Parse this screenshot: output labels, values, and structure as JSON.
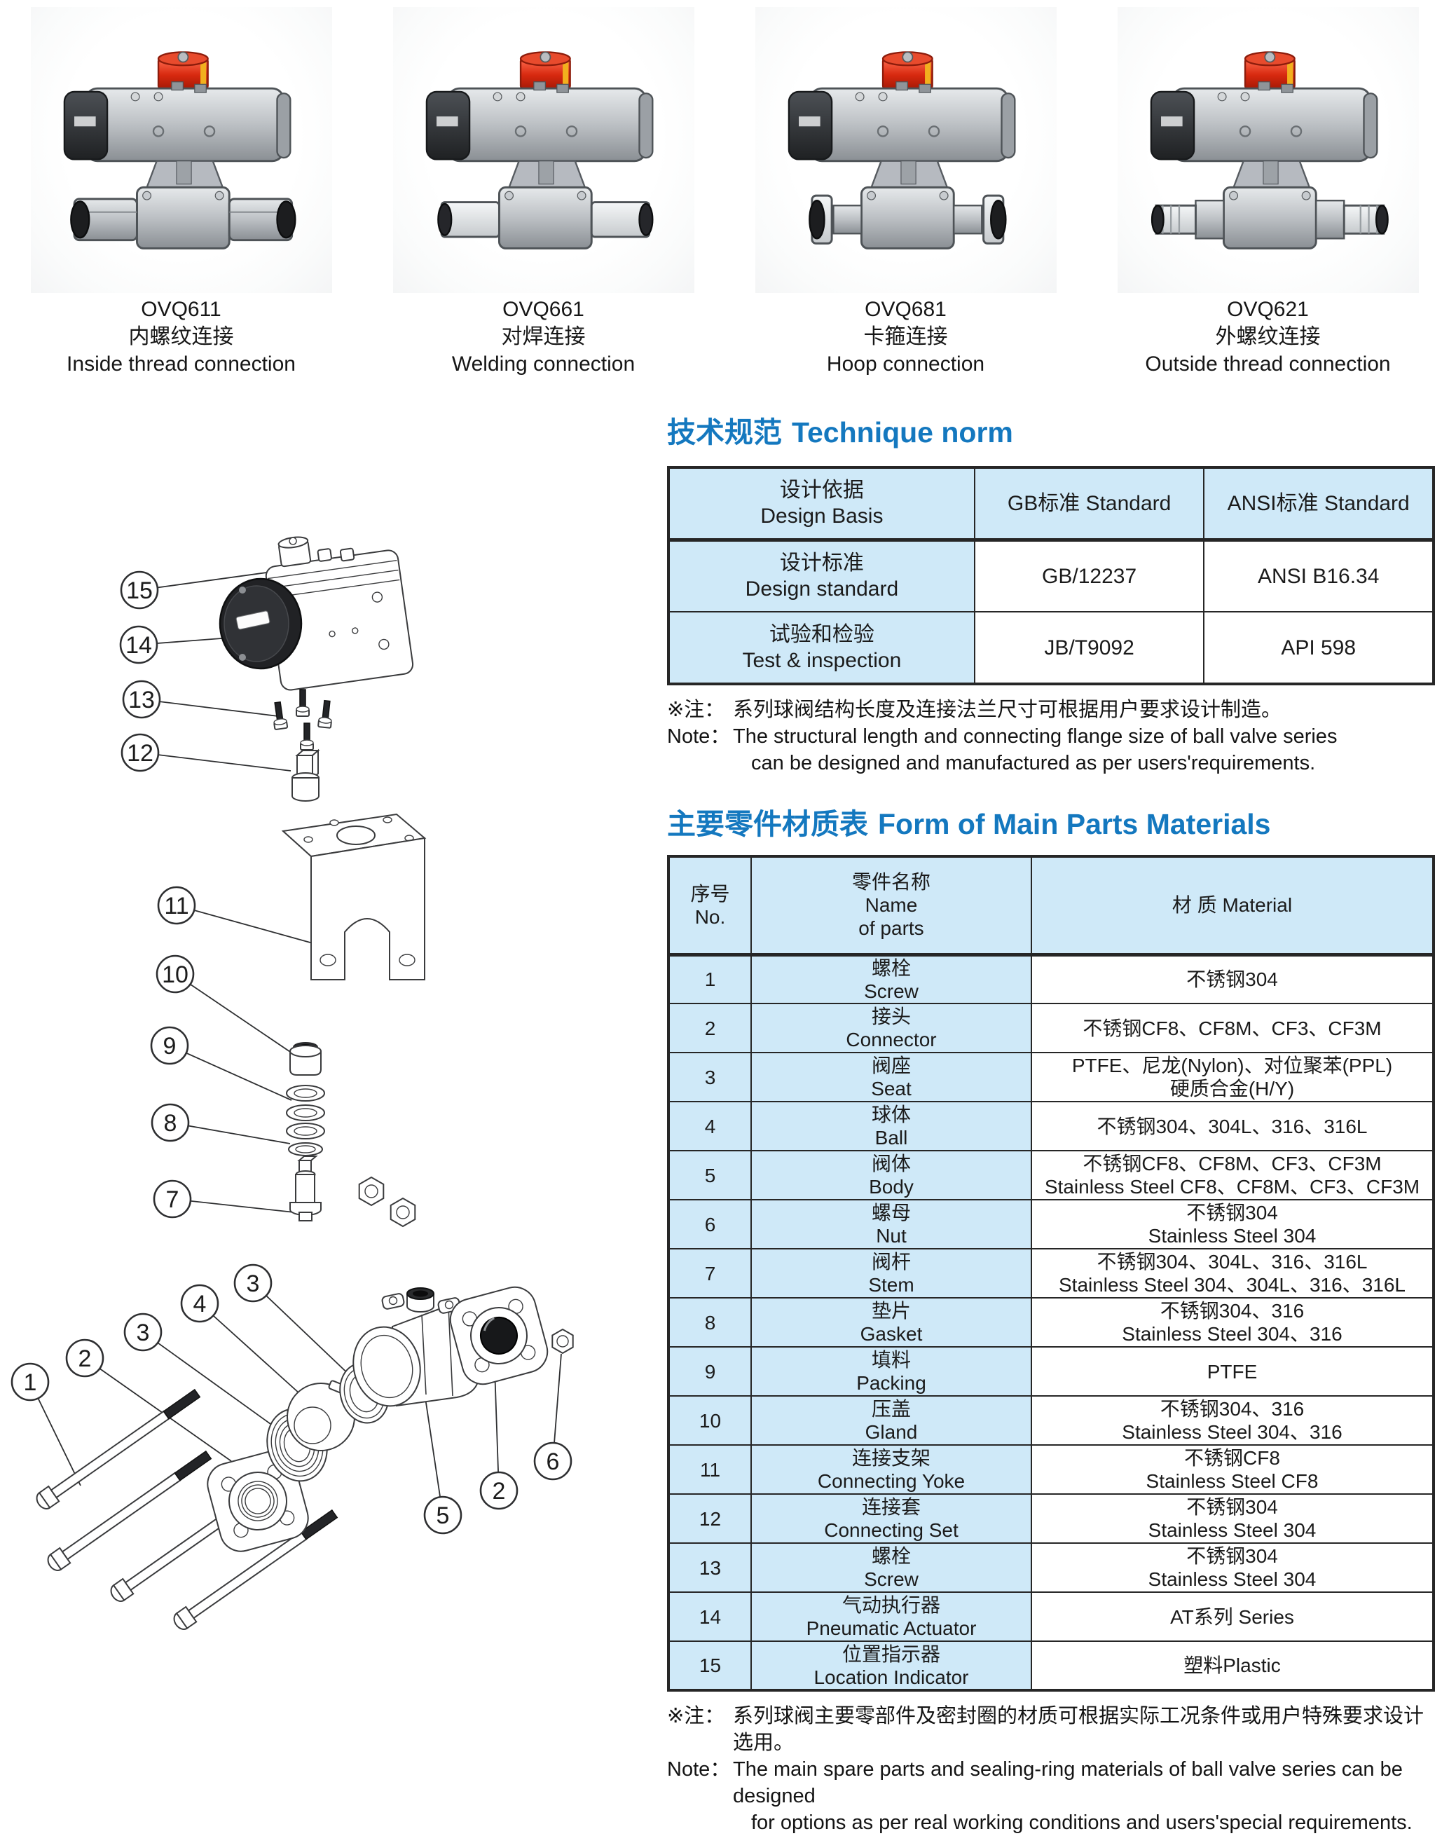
{
  "accent_color": "#1478bf",
  "table_blue": "#cfe9f8",
  "photos": [
    {
      "model": "OVQ611",
      "name_cn": "内螺纹连接",
      "name_en": "Inside thread connection"
    },
    {
      "model": "OVQ661",
      "name_cn": "对焊连接",
      "name_en": "Welding connection"
    },
    {
      "model": "OVQ681",
      "name_cn": "卡箍连接",
      "name_en": "Hoop connection"
    },
    {
      "model": "OVQ621",
      "name_cn": "外螺纹连接",
      "name_en": "Outside thread connection"
    }
  ],
  "technique": {
    "heading_cn": "技术规范",
    "heading_en": "Technique norm",
    "header": {
      "c1_cn": "设计依据",
      "c1_en": "Design Basis",
      "c2": "GB标准 Standard",
      "c3": "ANSI标准 Standard"
    },
    "rows": [
      {
        "label_cn": "设计标准",
        "label_en": "Design standard",
        "gb": "GB/12237",
        "ansi": "ANSI B16.34"
      },
      {
        "label_cn": "试验和检验",
        "label_en": "Test & inspection",
        "gb": "JB/T9092",
        "ansi": "API 598"
      }
    ],
    "note": {
      "label_cn": "※注：",
      "text_cn": "系列球阀结构长度及连接法兰尺寸可根据用户要求设计制造。",
      "label_en": "Note：",
      "text_en_line1": "The structural length and connecting flange size of ball valve series",
      "text_en_line2": "can be designed and manufactured as per users'requirements."
    }
  },
  "parts": {
    "heading_cn": "主要零件材质表",
    "heading_en": "Form of Main Parts Materials",
    "header": {
      "no_cn": "序号",
      "no_en": "No.",
      "name_cn": "零件名称",
      "name_en1": "Name",
      "name_en2": "of parts",
      "mat": "材 质 Material"
    },
    "rows": [
      {
        "no": "1",
        "cn": "螺栓",
        "en": "Screw",
        "m1": "不锈钢304",
        "m2": ""
      },
      {
        "no": "2",
        "cn": "接头",
        "en": "Connector",
        "m1": "不锈钢CF8、CF8M、CF3、CF3M",
        "m2": ""
      },
      {
        "no": "3",
        "cn": "阀座",
        "en": "Seat",
        "m1": "PTFE、尼龙(Nylon)、对位聚苯(PPL)",
        "m2": "硬质合金(H/Y)"
      },
      {
        "no": "4",
        "cn": "球体",
        "en": "Ball",
        "m1": "不锈钢304、304L、316、316L",
        "m2": ""
      },
      {
        "no": "5",
        "cn": "阀体",
        "en": "Body",
        "m1": "不锈钢CF8、CF8M、CF3、CF3M",
        "m2": "Stainless Steel CF8、CF8M、CF3、CF3M"
      },
      {
        "no": "6",
        "cn": "螺母",
        "en": "Nut",
        "m1": "不锈钢304",
        "m2": "Stainless Steel 304"
      },
      {
        "no": "7",
        "cn": "阀杆",
        "en": "Stem",
        "m1": "不锈钢304、304L、316、316L",
        "m2": "Stainless Steel 304、304L、316、316L"
      },
      {
        "no": "8",
        "cn": "垫片",
        "en": "Gasket",
        "m1": "不锈钢304、316",
        "m2": "Stainless Steel 304、316"
      },
      {
        "no": "9",
        "cn": "填料",
        "en": "Packing",
        "m1": "PTFE",
        "m2": ""
      },
      {
        "no": "10",
        "cn": "压盖",
        "en": "Gland",
        "m1": "不锈钢304、316",
        "m2": "Stainless Steel 304、316"
      },
      {
        "no": "11",
        "cn": "连接支架",
        "en": "Connecting Yoke",
        "m1": "不锈钢CF8",
        "m2": "Stainless Steel CF8"
      },
      {
        "no": "12",
        "cn": "连接套",
        "en": "Connecting Set",
        "m1": "不锈钢304",
        "m2": "Stainless Steel 304"
      },
      {
        "no": "13",
        "cn": "螺栓",
        "en": "Screw",
        "m1": "不锈钢304",
        "m2": "Stainless Steel 304"
      },
      {
        "no": "14",
        "cn": "气动执行器",
        "en": "Pneumatic Actuator",
        "m1": "AT系列 Series",
        "m2": ""
      },
      {
        "no": "15",
        "cn": "位置指示器",
        "en": "Location Indicator",
        "m1": "塑料Plastic",
        "m2": ""
      }
    ],
    "note": {
      "label_cn": "※注：",
      "text_cn": "系列球阀主要零部件及密封圈的材质可根据实际工况条件或用户特殊要求设计选用。",
      "label_en": "Note：",
      "text_en_line1": "The main spare parts and sealing-ring materials of ball valve series can be designed",
      "text_en_line2": "for options as per real working conditions and users'special requirements."
    }
  },
  "diagram": {
    "callouts": [
      "15",
      "14",
      "13",
      "12",
      "11",
      "10",
      "9",
      "8",
      "7",
      "3",
      "4",
      "3",
      "2",
      "1",
      "5",
      "2",
      "6"
    ]
  }
}
